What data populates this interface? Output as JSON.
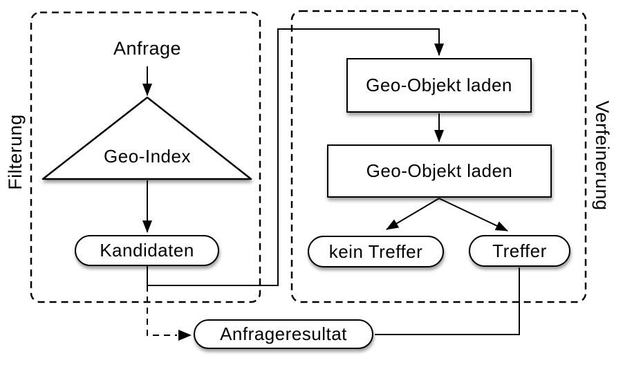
{
  "diagram": {
    "regions": {
      "left": {
        "label": "Filterung"
      },
      "right": {
        "label": "Verfeinerung"
      }
    },
    "nodes": {
      "anfrage": {
        "label": "Anfrage"
      },
      "geo_index": {
        "label": "Geo-Index"
      },
      "kandidaten": {
        "label": "Kandidaten"
      },
      "geo_objekt_laden_1": {
        "label": "Geo-Objekt laden"
      },
      "geo_objekt_laden_2": {
        "label": "Geo-Objekt laden"
      },
      "kein_treffer": {
        "label": "kein Treffer"
      },
      "treffer": {
        "label": "Treffer"
      },
      "anfrageresultat": {
        "label": "Anfrageresultat"
      }
    },
    "colors": {
      "stroke": "#000000",
      "fill": "#ffffff",
      "background": "#ffffff",
      "shadow": "rgba(0,0,0,0.38)"
    }
  }
}
